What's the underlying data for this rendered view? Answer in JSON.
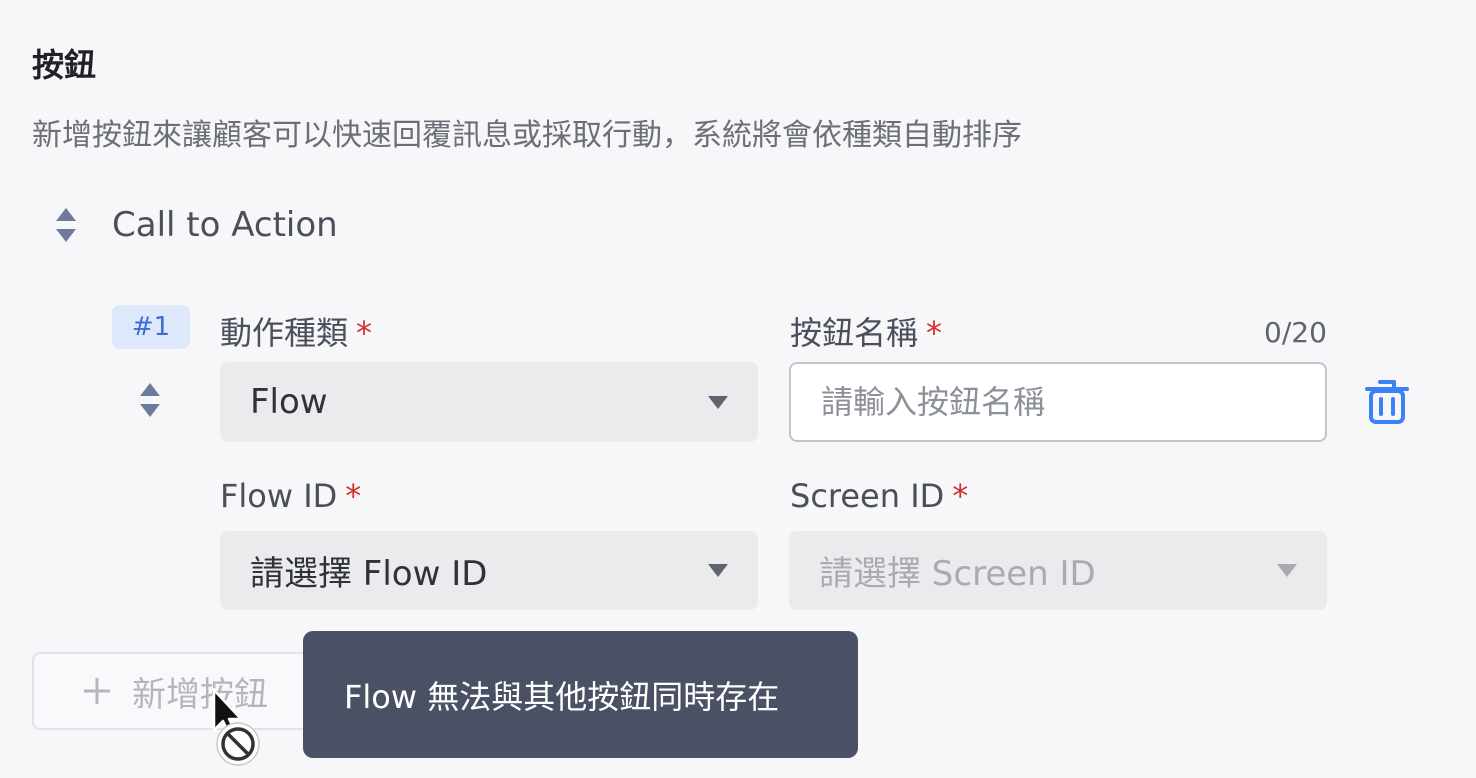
{
  "section": {
    "title": "按鈕",
    "description": "新增按鈕來讓顧客可以快速回覆訊息或採取行動，系統將會依種類自動排序"
  },
  "group": {
    "title": "Call to Action"
  },
  "button_item": {
    "index_badge": "#1",
    "action_type_label": "動作種類",
    "action_type_value": "Flow",
    "button_name_label": "按鈕名稱",
    "button_name_counter": "0/20",
    "button_name_value": "",
    "button_name_placeholder": "請輸入按鈕名稱",
    "flow_id_label": "Flow ID",
    "flow_id_placeholder": "請選擇 Flow ID",
    "screen_id_label": "Screen ID",
    "screen_id_placeholder": "請選擇 Screen ID",
    "required_mark": "*"
  },
  "add_button": {
    "label": "新增按鈕",
    "icon": "plus-icon",
    "disabled": true
  },
  "tooltip": {
    "text": "Flow 無法與其他按鈕同時存在"
  },
  "icons": {
    "sort": "sort-arrows-icon",
    "delete": "trash-icon",
    "dropdown": "caret-down-icon",
    "cursor": "not-allowed-cursor-icon"
  },
  "colors": {
    "accent": "#3b82f6",
    "required": "#d32f2f",
    "tooltip_bg": "#4a5164",
    "badge_bg": "#dde8fb"
  }
}
